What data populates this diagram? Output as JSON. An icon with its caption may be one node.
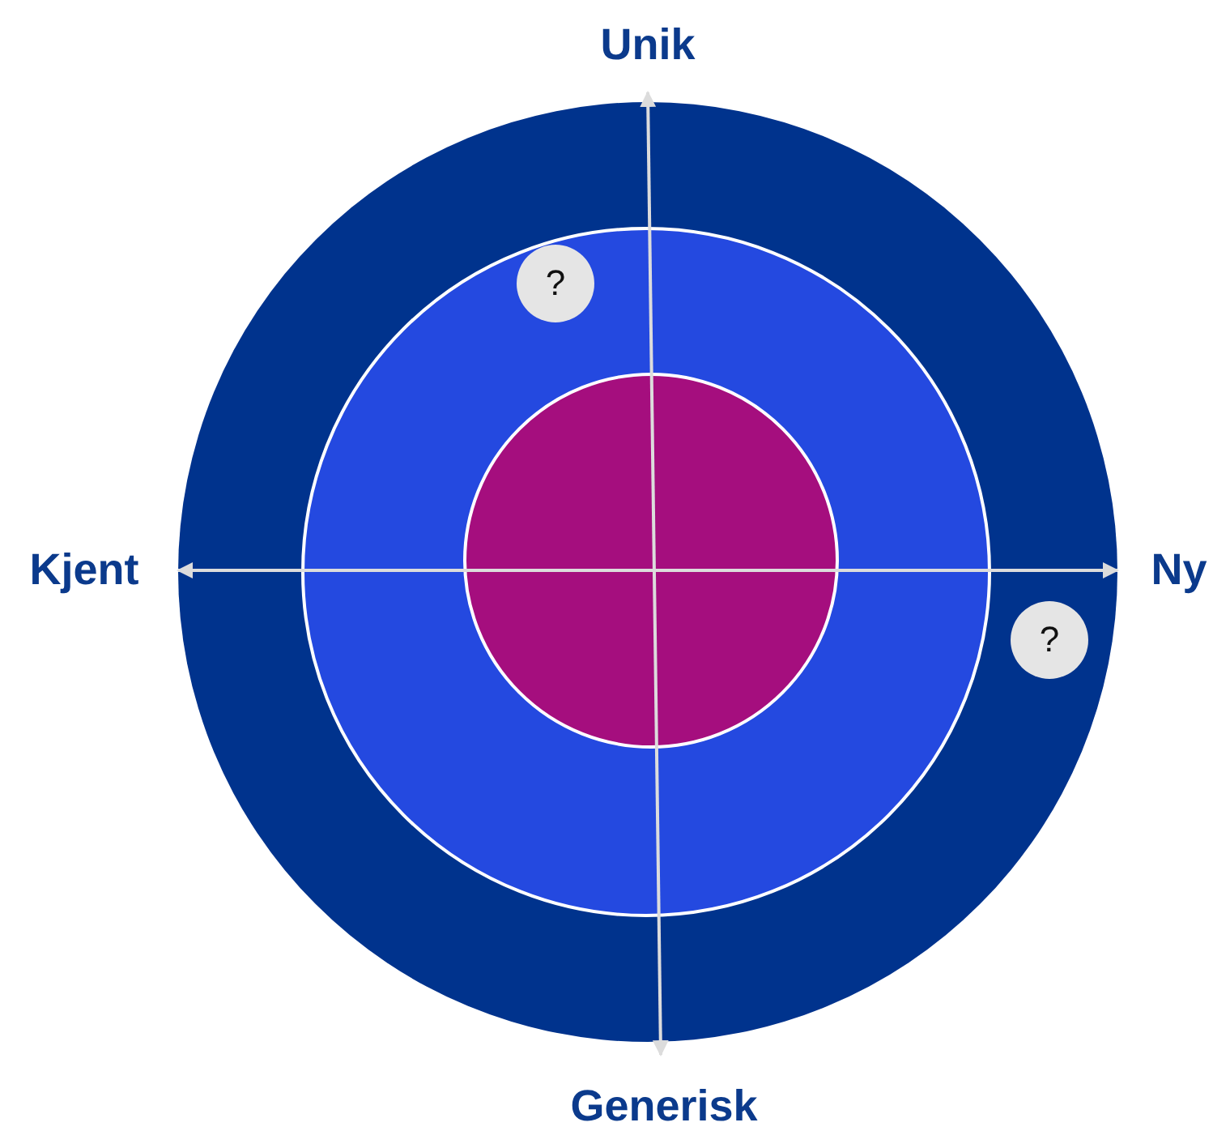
{
  "diagram": {
    "nodes": [
      {
        "text": [
          "?"
        ]
      },
      {
        "text": [
          "?"
        ]
      }
    ],
    "labels": [
      "Unik",
      "Kjent",
      "Ny",
      "Generisk"
    ]
  }
}
